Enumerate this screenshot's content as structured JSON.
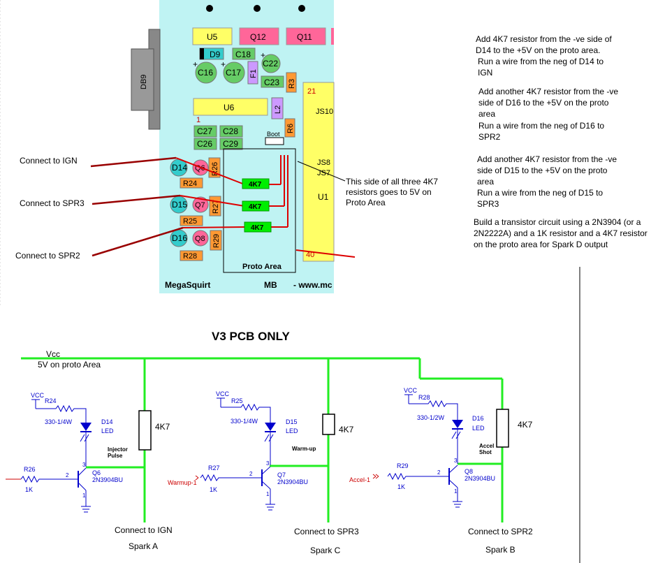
{
  "pcb": {
    "components": {
      "db9": "DB9",
      "u5": "U5",
      "q12": "Q12",
      "q11": "Q11",
      "d9": "D9",
      "c18": "C18",
      "c16": "C16",
      "c17": "C17",
      "f1": "F1",
      "c22": "C22",
      "c23": "C23",
      "r3": "R3",
      "u6": "U6",
      "one": "1",
      "l2": "L2",
      "c27": "C27",
      "c28": "C28",
      "c26": "C26",
      "c29": "C29",
      "boot": "Boot",
      "r6": "R6",
      "js10": "JS10",
      "pin21": "21",
      "js8": "JS8",
      "js7": "JS7",
      "u1": "U1",
      "pin40": "40",
      "d14": "D14",
      "q6": "Q6",
      "r26": "R26",
      "r24": "R24",
      "d15": "D15",
      "q7": "Q7",
      "r27": "R27",
      "r25": "R25",
      "d16": "D16",
      "q8": "Q8",
      "r29": "R29",
      "r28": "R28",
      "res1": "4K7",
      "res2": "4K7",
      "res3": "4K7",
      "proto_area": "Proto Area",
      "footer_left": "MegaSquirt",
      "footer_mid": "MB",
      "footer_right": "- www.mc"
    },
    "callouts": {
      "ign": "Connect to IGN",
      "spr3": "Connect to SPR3",
      "spr2": "Connect to SPR2",
      "five_v": "This side of all three 4K7 resistors goes to 5V on Proto Area"
    }
  },
  "instructions": {
    "p1": "Add 4K7 resistor from the -ve side of D14 to the +5V on the proto area.",
    "p1b": "Run a wire from the neg of D14 to IGN",
    "p2": "Add another 4K7 resistor from the -ve side of D16 to the +5V on the proto area",
    "p2b": "Run a wire from the neg of D16 to SPR2",
    "p3": "Add another 4K7 resistor from the -ve side of D15 to the +5V on the proto area",
    "p3b": "Run a wire from the neg of D15 to SPR3",
    "p4": "Build a transistor circuit using a 2N3904 (or a 2N2222A) and a 1K resistor and a 4K7 resistor on the proto area for Spark D output"
  },
  "schematic": {
    "title": "V3 PCB ONLY",
    "vcc_label": "Vcc",
    "vcc_sub": "5V on proto Area",
    "circuits": [
      {
        "vcc": "VCC",
        "r_top": "R24",
        "r_top_val": "330-1/4W",
        "led": "D14",
        "led_type": "LED",
        "func": [
          "Injector",
          "Pulse"
        ],
        "r_in": "R26",
        "r_in_val": "1K",
        "input": "",
        "q": "Q6",
        "q_part": "2N3904BU",
        "pull": "4K7",
        "connect": "Connect to IGN",
        "spark": "Spark A"
      },
      {
        "vcc": "VCC",
        "r_top": "R25",
        "r_top_val": "330-1/4W",
        "led": "D15",
        "led_type": "LED",
        "func": [
          "Warm-up",
          ""
        ],
        "r_in": "R27",
        "r_in_val": "1K",
        "input": "Warmup-1",
        "q": "Q7",
        "q_part": "2N3904BU",
        "pull": "4K7",
        "connect": "Connect to SPR3",
        "spark": "Spark C"
      },
      {
        "vcc": "VCC",
        "r_top": "R28",
        "r_top_val": "330-1/2W",
        "led": "D16",
        "led_type": "LED",
        "func": [
          "Accel",
          "Shot"
        ],
        "r_in": "R29",
        "r_in_val": "1K",
        "input": "Accel-1",
        "q": "Q8",
        "q_part": "2N3904BU",
        "pull": "4K7",
        "connect": "Connect to SPR2",
        "spark": "Spark B"
      }
    ],
    "pin_b": "2",
    "pin_c": "3",
    "pin_e": "1"
  },
  "colors": {
    "board": "#bff3f3",
    "yellow": "#ffff66",
    "pink": "#ff6699",
    "green": "#66cc66",
    "cyan": "#33cccc",
    "orange": "#ff9933",
    "purple": "#cc99ff",
    "resistor_green": "#00ee00",
    "wire_red": "#dd0000",
    "wire_dark": "#990000",
    "rail_green": "#22ee22",
    "schem_blue": "#0000cc"
  }
}
